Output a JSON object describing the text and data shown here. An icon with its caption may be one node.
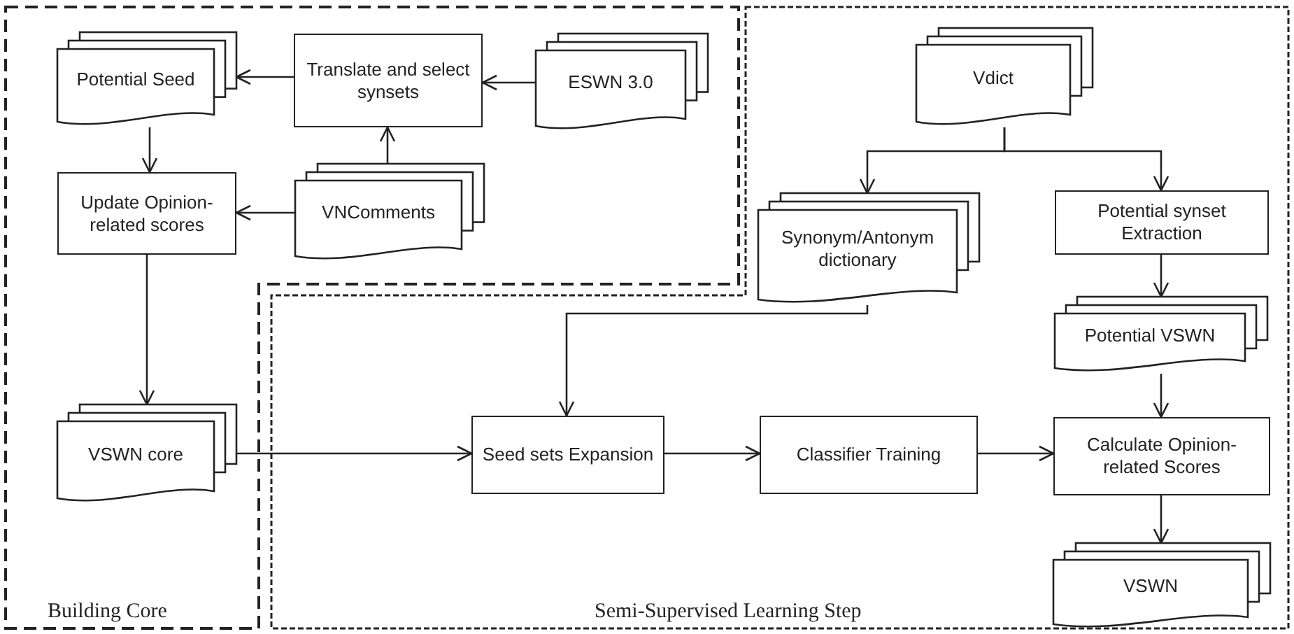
{
  "diagram": {
    "nodes": [
      {
        "text": [
          "Building Core"
        ]
      },
      {
        "text": [
          "Potential Seed"
        ],
        "in": 0
      },
      {
        "text": [
          "Translate and select synsets"
        ],
        "in": 0
      },
      {
        "text": [
          "ESWN 3.0"
        ],
        "in": 0
      },
      {
        "text": [
          "Update Opinion-related scores"
        ],
        "in": 0
      },
      {
        "text": [
          "VNComments"
        ],
        "in": 0
      },
      {
        "text": [
          "VSWN core"
        ],
        "in": 0
      },
      {
        "text": [
          "Semi-Supervised Learning Step"
        ]
      },
      {
        "text": [
          "Vdict"
        ],
        "in": 7
      },
      {
        "text": [
          "Synonym/Antonym dictionary"
        ],
        "in": 7
      },
      {
        "text": [
          "Potential synset Extraction"
        ],
        "in": 7
      },
      {
        "text": [
          "Potential VSWN"
        ],
        "in": 7
      },
      {
        "text": [
          "Seed sets Expansion"
        ],
        "in": 7
      },
      {
        "text": [
          "Classifier Training"
        ],
        "in": 7
      },
      {
        "text": [
          "Calculate Opinion-related Scores"
        ],
        "in": 7
      },
      {
        "text": [
          "VSWN"
        ],
        "in": 7
      }
    ],
    "edges": [
      {
        "from": 2,
        "to": 1,
        "arrow": "to"
      },
      {
        "from": 3,
        "to": 2,
        "arrow": "to"
      },
      {
        "from": 5,
        "to": 2,
        "arrow": "to"
      },
      {
        "from": 5,
        "to": 4,
        "arrow": "to"
      },
      {
        "from": 1,
        "to": 4,
        "arrow": "to"
      },
      {
        "from": 4,
        "to": 6,
        "arrow": "to"
      },
      {
        "from": 6,
        "to": 12,
        "arrow": "to"
      },
      {
        "from": 8,
        "to": 9,
        "arrow": "to"
      },
      {
        "from": 8,
        "to": 10,
        "arrow": "to"
      },
      {
        "from": 9,
        "to": 12,
        "arrow": "to"
      },
      {
        "from": 12,
        "to": 13,
        "arrow": "to"
      },
      {
        "from": 13,
        "to": 14,
        "arrow": "to"
      },
      {
        "from": 10,
        "to": 11,
        "arrow": "to"
      },
      {
        "from": 11,
        "to": 14,
        "arrow": "to"
      },
      {
        "from": 14,
        "to": 15,
        "arrow": "to"
      }
    ]
  }
}
